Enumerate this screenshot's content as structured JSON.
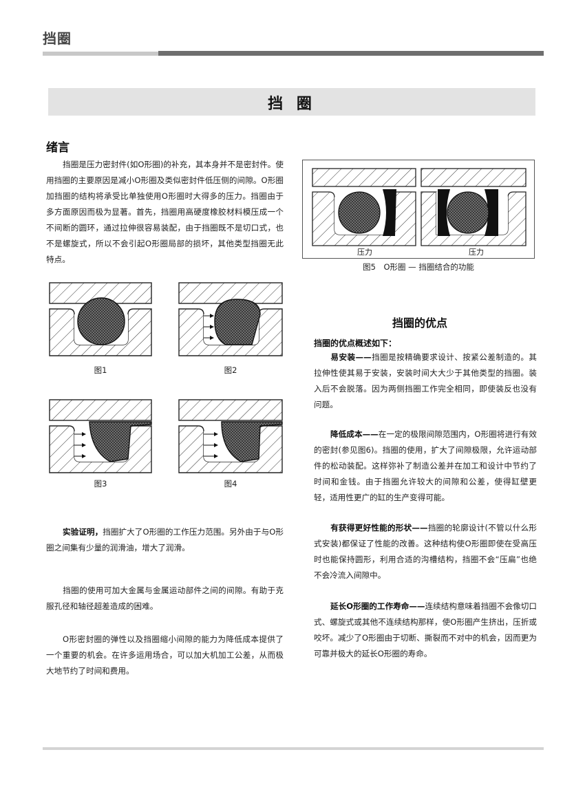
{
  "header": {
    "title": "挡圈"
  },
  "main_title": "挡 圈",
  "intro": {
    "heading": "绪言",
    "text": "挡圈是压力密封件(如O形圈)的补充，其本身并不是密封件。使用挡圈的主要原因是减小O形圈及类似密封件低压侧的间隙。O形圈加挡圈的结构将承受比单独使用O形圈时大得多的压力。挡圈由于多方面原因而极为显著。首先，挡圈用高硬度橡胶材料模压成一个不间断的圆环，通过拉伸很容易装配，由于挡圈既不是切口式，也不是螺旋式，所以不会引起O形圈局部的损坏，其他类型挡圈无此特点。"
  },
  "figures": {
    "fig1": "图1",
    "fig2": "图2",
    "fig3": "图3",
    "fig4": "图4",
    "fig5": {
      "caption": "图5　O形圈 — 挡圈结合的功能",
      "label_left": "压力",
      "label_right": "压力"
    }
  },
  "experiment": {
    "lead": "实验证明，",
    "text": "挡圈扩大了O形圈的工作压力范围。另外由于与O形圈之间集有少量的润滑油，增大了润滑。"
  },
  "clearance": "挡圈的使用可加大金属与金属运动部件之间的间隙。有助于克服孔径和轴径超差造成的困难。",
  "cost_para": "O形密封圈的弹性以及挡圈缩小间隙的能力为降低成本提供了一个重要的机会。在许多运用场合，可以加大机加工公差，从而极大地节约了时间和费用。",
  "advantages": {
    "heading": "挡圈的优点",
    "subheading": "挡圈的优点概述如下：",
    "items": [
      {
        "lead": "易安装——",
        "text": "挡圈是按精确要求设计、按紧公差制造的。其拉伸性使其易于安装，安装时间大大少于其他类型的挡圈。装入后不会脱落。因为两侧挡圈工作完全相同，即使装反也没有问题。"
      },
      {
        "lead": "降低成本——",
        "text": "在一定的极限间隙范围内，O形圈将进行有效的密封(参见图6)。挡圈的使用，扩大了间隙极限，允许运动部件的松动装配。这样弥补了制造公差并在加工和设计中节约了时间和金钱。由于挡圈允许较大的间隙和公差，使得缸壁更轻，适用性更广的缸的生产变得可能。"
      },
      {
        "lead": "有获得更好性能的形状——",
        "text": "挡圈的轮廓设计(不管以什么形式安装)都保证了性能的改善。这种结构使O形圈即使在受高压时也能保持圆形，利用合适的沟槽结构，挡圈不会“压扁”也绝不会冷流入间隙中。"
      },
      {
        "lead": "延长O形圈的工作寿命——",
        "text": "连续结构意味着挡圈不会像切口式、螺旋式或其他不连续结构那样，使O形圈产生挤出，压折或咬坏。减少了O形圈由于切断、撕裂而不对中的机会，因而更为可靠并极大的延长O形圈的寿命。"
      }
    ]
  },
  "colors": {
    "header_rule_dark": "#6e6e6e",
    "title_band": "#e3e3e3"
  }
}
